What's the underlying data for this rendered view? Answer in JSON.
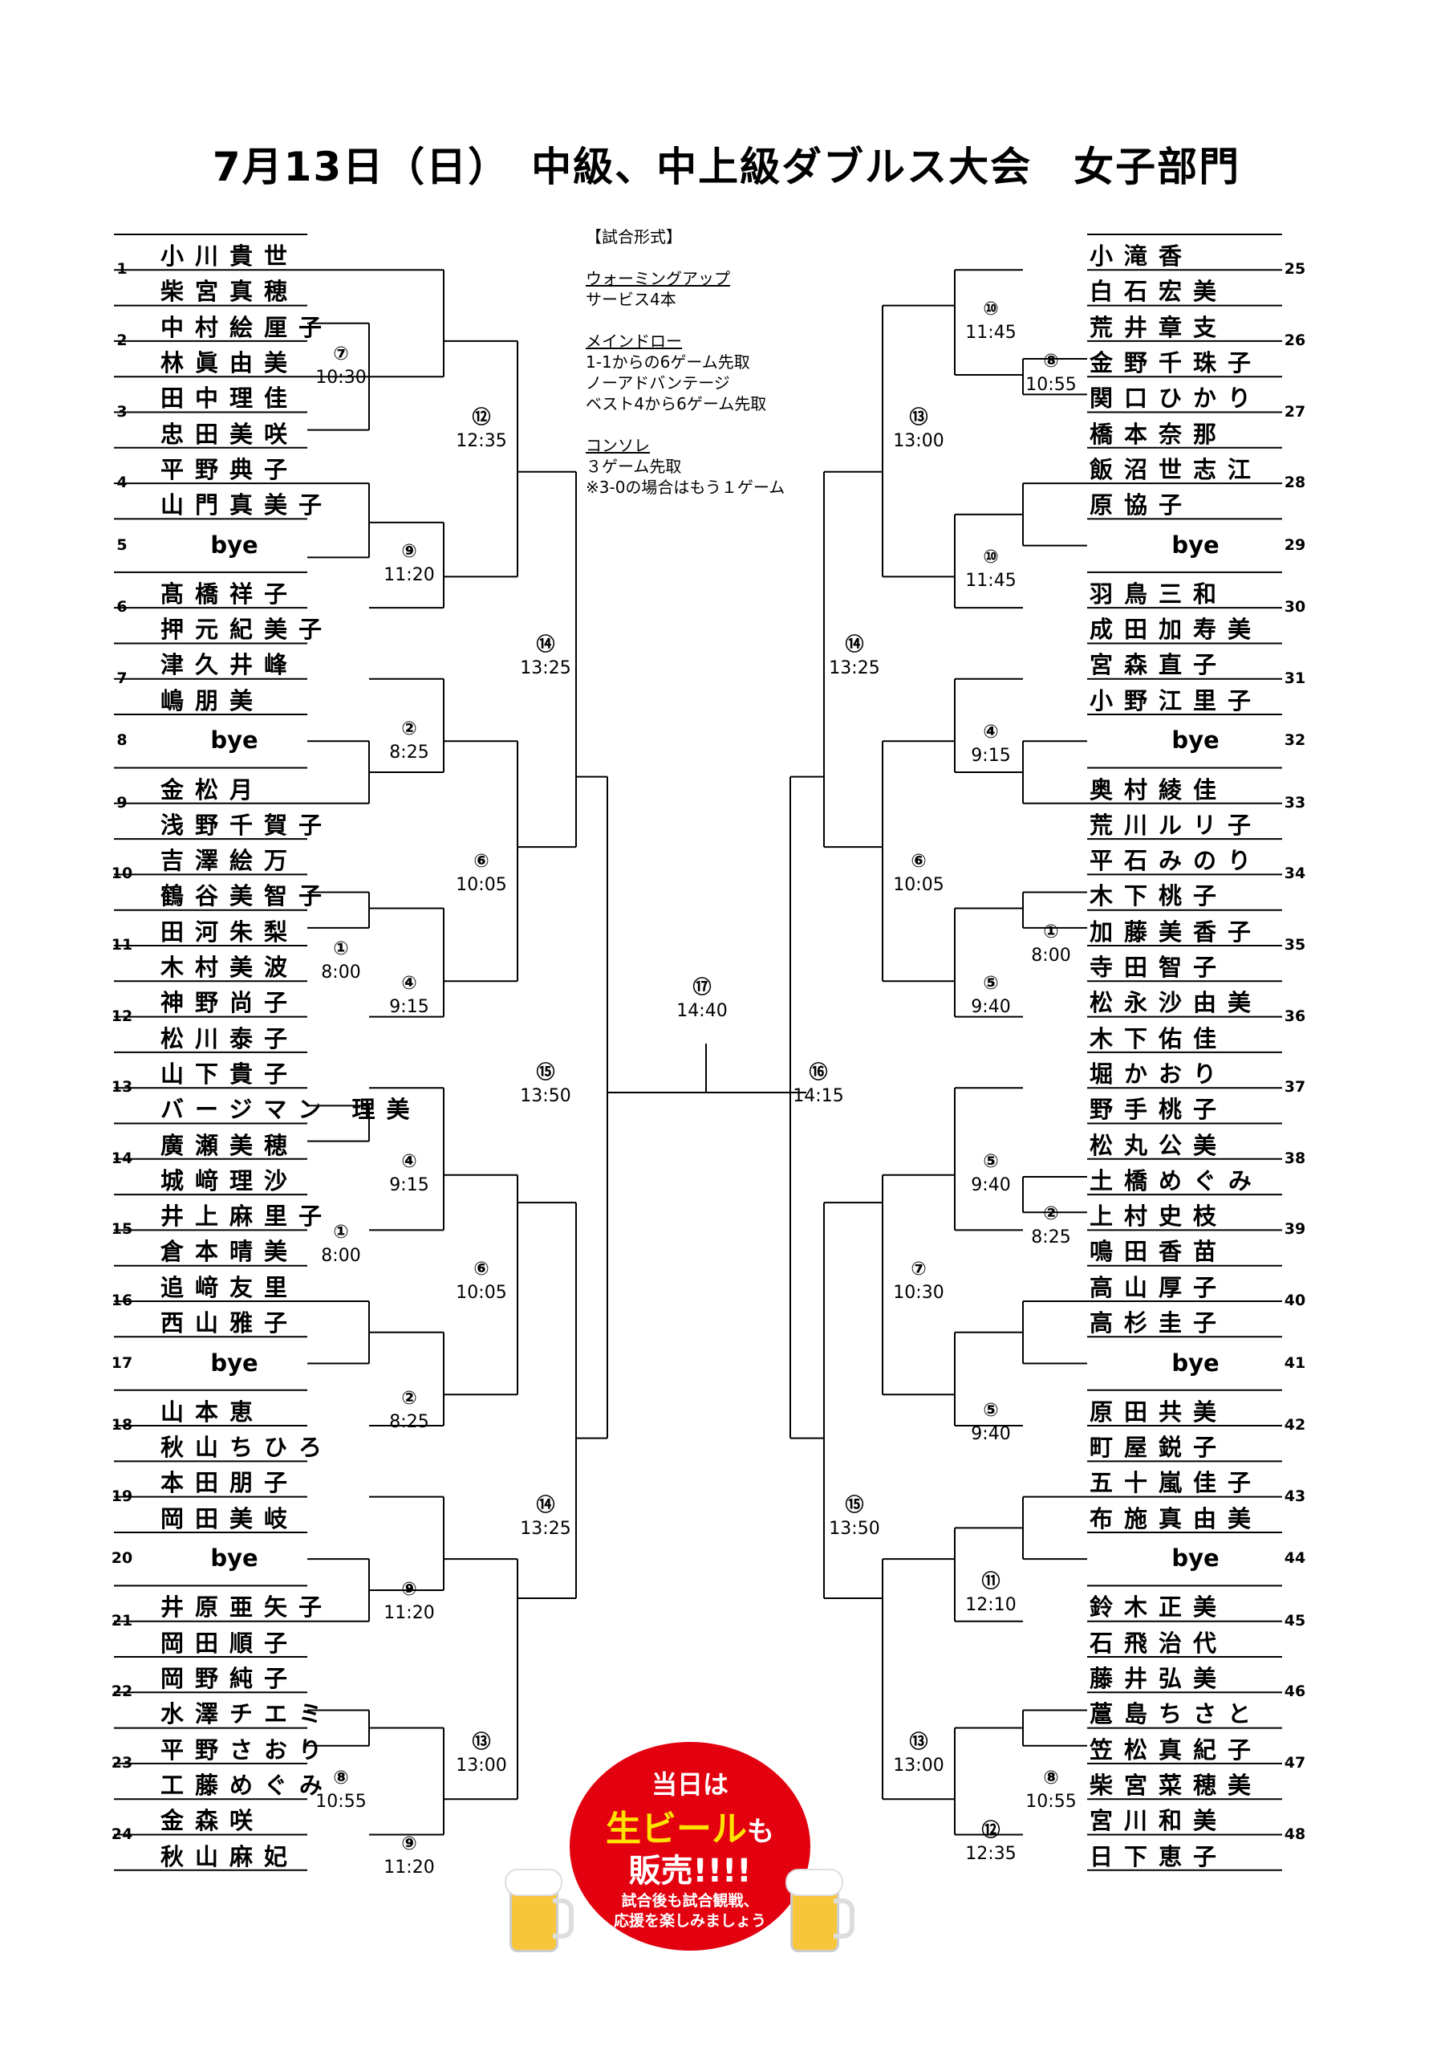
{
  "title": "7月13日（日）　中級、中上級ダブルス大会　女子部門",
  "info": {
    "header": "【試合形式】",
    "warmup_title": "ウォーミングアップ",
    "warmup_detail": "サービス4本",
    "main_title": "メインドロー",
    "main_detail1": "1-1からの6ゲーム先取",
    "main_detail2": "ノーアドバンテージ",
    "main_detail3": "ベスト4から6ゲーム先取",
    "console_title": "コンソレ",
    "console_detail1": "３ゲーム先取",
    "console_detail2": "※3-0の場合はもう１ゲーム"
  },
  "promo": {
    "line1": "当日は",
    "line2a": "生ビール",
    "line2b": "も",
    "line3": "販売!!!!",
    "line4": "試合後も試合観戦、",
    "line5": "応援を楽しみましょう"
  },
  "left_entries": [
    {
      "num": "1",
      "p1": "小川貴世",
      "p2": "柴宮真穂"
    },
    {
      "num": "2",
      "p1": "中村絵厘子",
      "p2": "林眞由美"
    },
    {
      "num": "3",
      "p1": "田中理佳",
      "p2": "忠田美咲"
    },
    {
      "num": "4",
      "p1": "平野典子",
      "p2": "山門真美子"
    },
    {
      "num": "5",
      "bye": "bye"
    },
    {
      "num": "6",
      "p1": "髙橋祥子",
      "p2": "押元紀美子"
    },
    {
      "num": "7",
      "p1": "津久井峰",
      "p2": "嶋朋美"
    },
    {
      "num": "8",
      "bye": "bye"
    },
    {
      "num": "9",
      "p1": "金松月",
      "p2": "浅野千賀子"
    },
    {
      "num": "10",
      "p1": "吉澤絵万",
      "p2": "鶴谷美智子"
    },
    {
      "num": "11",
      "p1": "田河朱梨",
      "p2": "木村美波"
    },
    {
      "num": "12",
      "p1": "神野尚子",
      "p2": "松川泰子"
    },
    {
      "num": "13",
      "p1": "山下貴子",
      "p2": "バージマン 理美"
    },
    {
      "num": "14",
      "p1": "廣瀬美穂",
      "p2": "城﨑理沙"
    },
    {
      "num": "15",
      "p1": "井上麻里子",
      "p2": "倉本晴美"
    },
    {
      "num": "16",
      "p1": "追﨑友里",
      "p2": "西山雅子"
    },
    {
      "num": "17",
      "bye": "bye"
    },
    {
      "num": "18",
      "p1": "山本恵",
      "p2": "秋山ちひろ"
    },
    {
      "num": "19",
      "p1": "本田朋子",
      "p2": "岡田美岐"
    },
    {
      "num": "20",
      "bye": "bye"
    },
    {
      "num": "21",
      "p1": "井原亜矢子",
      "p2": "岡田順子"
    },
    {
      "num": "22",
      "p1": "岡野純子",
      "p2": "水澤チエミ"
    },
    {
      "num": "23",
      "p1": "平野さおり",
      "p2": "工藤めぐみ"
    },
    {
      "num": "24",
      "p1": "金森咲",
      "p2": "秋山麻妃"
    }
  ],
  "right_entries": [
    {
      "num": "25",
      "p1": "小滝香",
      "p2": "白石宏美"
    },
    {
      "num": "26",
      "p1": "荒井章支",
      "p2": "金野千珠子"
    },
    {
      "num": "27",
      "p1": "関口ひかり",
      "p2": "橋本奈那"
    },
    {
      "num": "28",
      "p1": "飯沼世志江",
      "p2": "原協子"
    },
    {
      "num": "29",
      "bye": "bye"
    },
    {
      "num": "30",
      "p1": "羽鳥三和",
      "p2": "成田加寿美"
    },
    {
      "num": "31",
      "p1": "宮森直子",
      "p2": "小野江里子"
    },
    {
      "num": "32",
      "bye": "bye"
    },
    {
      "num": "33",
      "p1": "奥村綾佳",
      "p2": "荒川ルリ子"
    },
    {
      "num": "34",
      "p1": "平石みのり",
      "p2": "木下桃子"
    },
    {
      "num": "35",
      "p1": "加藤美香子",
      "p2": "寺田智子"
    },
    {
      "num": "36",
      "p1": "松永沙由美",
      "p2": "木下佑佳"
    },
    {
      "num": "37",
      "p1": "堀かおり",
      "p2": "野手桃子"
    },
    {
      "num": "38",
      "p1": "松丸公美",
      "p2": "土橋めぐみ"
    },
    {
      "num": "39",
      "p1": "上村史枝",
      "p2": "鳴田香苗"
    },
    {
      "num": "40",
      "p1": "高山厚子",
      "p2": "高杉圭子"
    },
    {
      "num": "41",
      "bye": "bye"
    },
    {
      "num": "42",
      "p1": "原田共美",
      "p2": "町屋鋭子"
    },
    {
      "num": "43",
      "p1": "五十嵐佳子",
      "p2": "布施真由美"
    },
    {
      "num": "44",
      "bye": "bye"
    },
    {
      "num": "45",
      "p1": "鈴木正美",
      "p2": "石飛治代"
    },
    {
      "num": "46",
      "p1": "藤井弘美",
      "p2": "蔰島ちさと"
    },
    {
      "num": "47",
      "p1": "笠松真紀子",
      "p2": "柴宮菜穂美"
    },
    {
      "num": "48",
      "p1": "宮川和美",
      "p2": "日下恵子"
    }
  ],
  "match_labels": [
    {
      "court": "⑦",
      "time": "10:30"
    },
    {
      "court": "⑫",
      "time": "12:35"
    },
    {
      "court": "⑨",
      "time": "11:20"
    },
    {
      "court": "⑭",
      "time": "13:25"
    },
    {
      "court": "②",
      "time": "8:25"
    },
    {
      "court": "⑥",
      "time": "10:05"
    },
    {
      "court": "①",
      "time": "8:00"
    },
    {
      "court": "④",
      "time": "9:15"
    },
    {
      "court": "⑮",
      "time": "13:50"
    },
    {
      "court": "④",
      "time": "9:15"
    },
    {
      "court": "①",
      "time": "8:00"
    },
    {
      "court": "⑥",
      "time": "10:05"
    },
    {
      "court": "②",
      "time": "8:25"
    },
    {
      "court": "⑭",
      "time": "13:25"
    },
    {
      "court": "⑨",
      "time": "11:20"
    },
    {
      "court": "⑬",
      "time": "13:00"
    },
    {
      "court": "⑧",
      "time": "10:55"
    },
    {
      "court": "⑨",
      "time": "11:20"
    },
    {
      "court": "⑰",
      "time": "14:40"
    },
    {
      "court": "⑩",
      "time": "11:45"
    },
    {
      "court": "⑧",
      "time": "10:55"
    },
    {
      "court": "⑬",
      "time": "13:00"
    },
    {
      "court": "⑩",
      "time": "11:45"
    },
    {
      "court": "⑭",
      "time": "13:25"
    },
    {
      "court": "④",
      "time": "9:15"
    },
    {
      "court": "⑥",
      "time": "10:05"
    },
    {
      "court": "①",
      "time": "8:00"
    },
    {
      "court": "⑤",
      "time": "9:40"
    },
    {
      "court": "⑯",
      "time": "14:15"
    },
    {
      "court": "⑤",
      "time": "9:40"
    },
    {
      "court": "②",
      "time": "8:25"
    },
    {
      "court": "⑦",
      "time": "10:30"
    },
    {
      "court": "⑤",
      "time": "9:40"
    },
    {
      "court": "⑮",
      "time": "13:50"
    },
    {
      "court": "⑪",
      "time": "12:10"
    },
    {
      "court": "⑬",
      "time": "13:00"
    },
    {
      "court": "⑧",
      "time": "10:55"
    },
    {
      "court": "⑫",
      "time": "12:35"
    }
  ]
}
